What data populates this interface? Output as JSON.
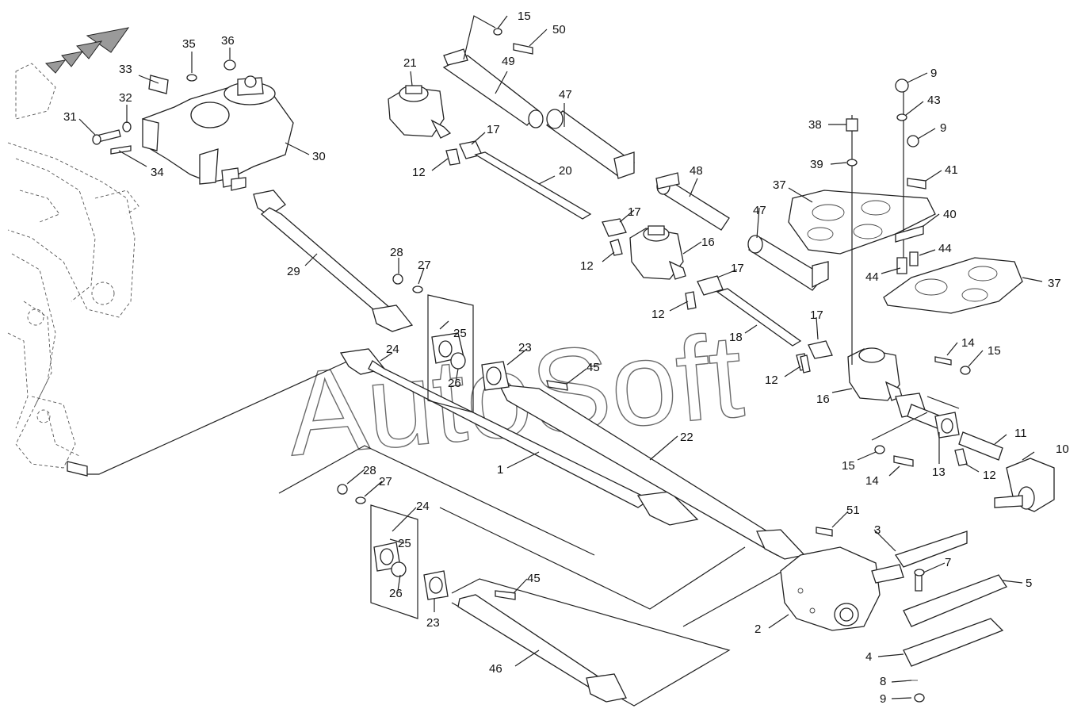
{
  "watermark": "AutoSoft",
  "colors": {
    "line": "#222222",
    "background": "#ffffff",
    "arrow_fill": "#9a9a9a"
  },
  "icons": [
    "direction-arrow-icon"
  ],
  "callouts": [
    {
      "id": "c15a",
      "text": "15"
    },
    {
      "id": "c50",
      "text": "50"
    },
    {
      "id": "c49",
      "text": "49"
    },
    {
      "id": "c21",
      "text": "21"
    },
    {
      "id": "c47a",
      "text": "47"
    },
    {
      "id": "c17a",
      "text": "17"
    },
    {
      "id": "c12a",
      "text": "12"
    },
    {
      "id": "c20",
      "text": "20"
    },
    {
      "id": "c35",
      "text": "35"
    },
    {
      "id": "c36",
      "text": "36"
    },
    {
      "id": "c33",
      "text": "33"
    },
    {
      "id": "c32",
      "text": "32"
    },
    {
      "id": "c31",
      "text": "31"
    },
    {
      "id": "c34",
      "text": "34"
    },
    {
      "id": "c30",
      "text": "30"
    },
    {
      "id": "c9a",
      "text": "9"
    },
    {
      "id": "c43",
      "text": "43"
    },
    {
      "id": "c38",
      "text": "38"
    },
    {
      "id": "c9b",
      "text": "9"
    },
    {
      "id": "c39",
      "text": "39"
    },
    {
      "id": "c41",
      "text": "41"
    },
    {
      "id": "c37a",
      "text": "37"
    },
    {
      "id": "c48",
      "text": "48"
    },
    {
      "id": "c40",
      "text": "40"
    },
    {
      "id": "c17b",
      "text": "17"
    },
    {
      "id": "c47b",
      "text": "47"
    },
    {
      "id": "c44a",
      "text": "44"
    },
    {
      "id": "c44b",
      "text": "44"
    },
    {
      "id": "c12b",
      "text": "12"
    },
    {
      "id": "c16a",
      "text": "16"
    },
    {
      "id": "c37b",
      "text": "37"
    },
    {
      "id": "c28a",
      "text": "28"
    },
    {
      "id": "c27a",
      "text": "27"
    },
    {
      "id": "c29",
      "text": "29"
    },
    {
      "id": "c17c",
      "text": "17"
    },
    {
      "id": "c12c",
      "text": "12"
    },
    {
      "id": "c17d",
      "text": "17"
    },
    {
      "id": "c18",
      "text": "18"
    },
    {
      "id": "c25a",
      "text": "25"
    },
    {
      "id": "c24a",
      "text": "24"
    },
    {
      "id": "c23a",
      "text": "23"
    },
    {
      "id": "c14a",
      "text": "14"
    },
    {
      "id": "c15b",
      "text": "15"
    },
    {
      "id": "c12d",
      "text": "12"
    },
    {
      "id": "c26a",
      "text": "26"
    },
    {
      "id": "c45a",
      "text": "45"
    },
    {
      "id": "c16b",
      "text": "16"
    },
    {
      "id": "c22",
      "text": "22"
    },
    {
      "id": "c11",
      "text": "11"
    },
    {
      "id": "c10",
      "text": "10"
    },
    {
      "id": "c1",
      "text": "1"
    },
    {
      "id": "c15c",
      "text": "15"
    },
    {
      "id": "c13",
      "text": "13"
    },
    {
      "id": "c12e",
      "text": "12"
    },
    {
      "id": "c14b",
      "text": "14"
    },
    {
      "id": "c28b",
      "text": "28"
    },
    {
      "id": "c27b",
      "text": "27"
    },
    {
      "id": "c24b",
      "text": "24"
    },
    {
      "id": "c51",
      "text": "51"
    },
    {
      "id": "c3",
      "text": "3"
    },
    {
      "id": "c25b",
      "text": "25"
    },
    {
      "id": "c7",
      "text": "7"
    },
    {
      "id": "c5",
      "text": "5"
    },
    {
      "id": "c45b",
      "text": "45"
    },
    {
      "id": "c26b",
      "text": "26"
    },
    {
      "id": "c23b",
      "text": "23"
    },
    {
      "id": "c2",
      "text": "2"
    },
    {
      "id": "c4",
      "text": "4"
    },
    {
      "id": "c46",
      "text": "46"
    },
    {
      "id": "c8",
      "text": "8"
    },
    {
      "id": "c9c",
      "text": "9"
    }
  ]
}
